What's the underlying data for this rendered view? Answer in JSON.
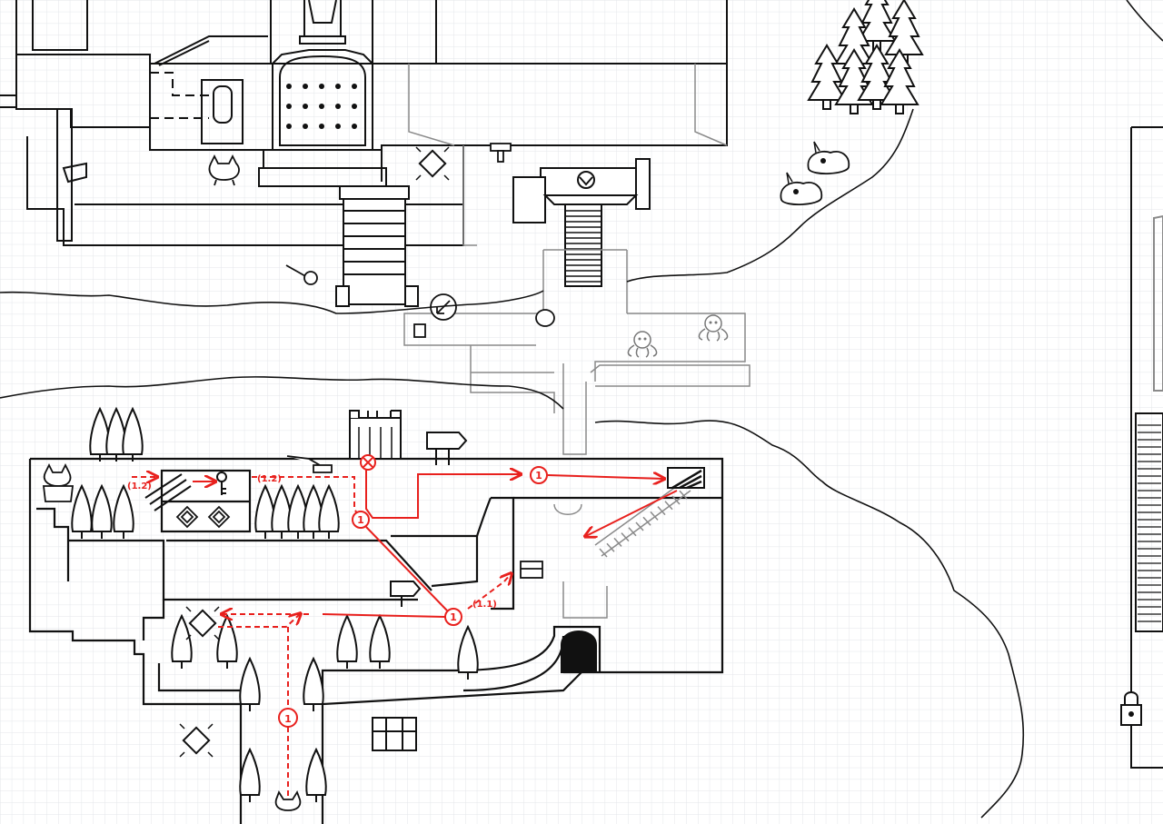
{
  "colors": {
    "ink": "#111111",
    "pencil": "#8a8a8a",
    "route": "#e8201d",
    "grid": "#e3e6ea",
    "paper": "#ffffff"
  },
  "route_labels": {
    "upper_stairs": "(1.2)",
    "upper_key": "(1.2)",
    "lower_side": "(1.1)"
  },
  "markers": {
    "checkpoint_symbol": "1",
    "cancel_symbol": "⊗"
  },
  "icons": [
    "statue-icon",
    "cathedral-door-icon",
    "crystal-icon",
    "key-icon",
    "lock-icon",
    "treasure-chest-icon",
    "signpost-icon",
    "octopus-enemy-icon",
    "blob-enemy-icon",
    "pine-tree-icon",
    "dark-cave-icon",
    "player-cat-icon",
    "fox-npc-icon"
  ]
}
